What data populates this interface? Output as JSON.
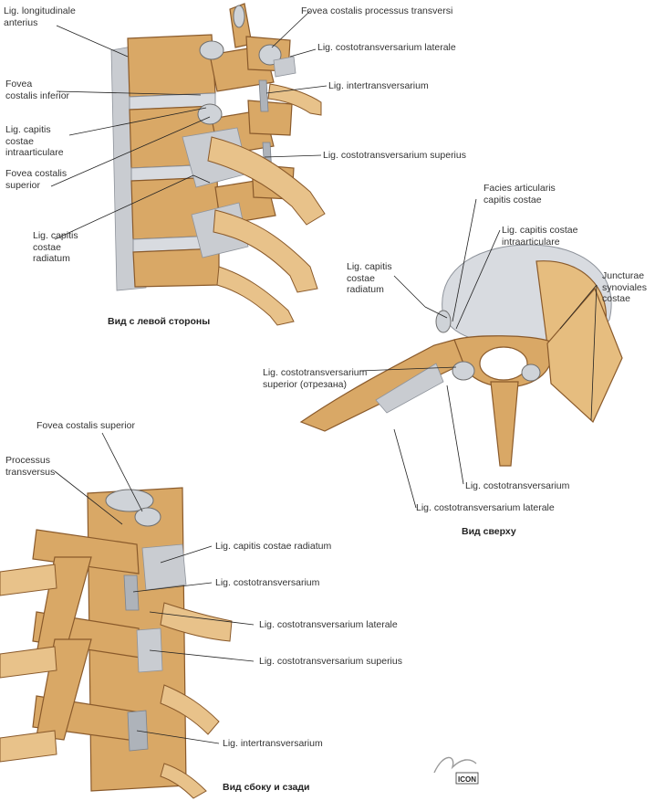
{
  "labels": {
    "lig_longitudinale_anterius": "Lig. longitudinale\nanterius",
    "fovea_costalis_processus_transversi": "Fovea costalis processus transversi",
    "lig_costotransversarium_laterale_1": "Lig. costotransversarium laterale",
    "fovea_costalis_inferior": "Fovea\ncostalis inferior",
    "lig_intertransversarium_1": "Lig. intertransversarium",
    "lig_capitis_costae_intraarticulare_1": "Lig. capitis\ncostae\nintraarticulare",
    "fovea_costalis_superior_1": "Fovea costalis\nsuperior",
    "lig_costotransversarium_superius_1": "Lig. costotransversarium superius",
    "lig_capitis_costae_radiatum_1": "Lig. capitis\ncostae\nradiatum",
    "facies_articularis_capitis_costae": "Facies articularis\ncapitis costae",
    "lig_capitis_costae_intraarticulare_2": "Lig. capitis costae\nintraarticulare",
    "lig_capitis_costae_radiatum_2": "Lig. capitis\ncostae\nradiatum",
    "juncturae_synoviales_costae": "Juncturae\nsynoviales\ncostae",
    "lig_costotransversarium_superior_cut": "Lig. costotransversarium\nsuperior (отрезана)",
    "lig_costotransversarium_2": "Lig. costotransversarium",
    "lig_costotransversarium_laterale_2": "Lig. costotransversarium laterale",
    "fovea_costalis_superior_2": "Fovea costalis superior",
    "processus_transversus": "Processus\ntransversus",
    "lig_capitis_costae_radiatum_3": "Lig. capitis costae radiatum",
    "lig_costotransversarium_3": "Lig. costotransversarium",
    "lig_costotransversarium_laterale_3": "Lig. costotransversarium laterale",
    "lig_costotransversarium_superius_2": "Lig. costotransversarium superius",
    "lig_intertransversarium_2": "Lig. intertransversarium"
  },
  "captions": {
    "left_view": "Вид с левой стороны",
    "top_view": "Вид сверху",
    "side_back_view": "Вид сбоку и сзади"
  },
  "signature": "F. Netter",
  "logo": "ICON"
}
